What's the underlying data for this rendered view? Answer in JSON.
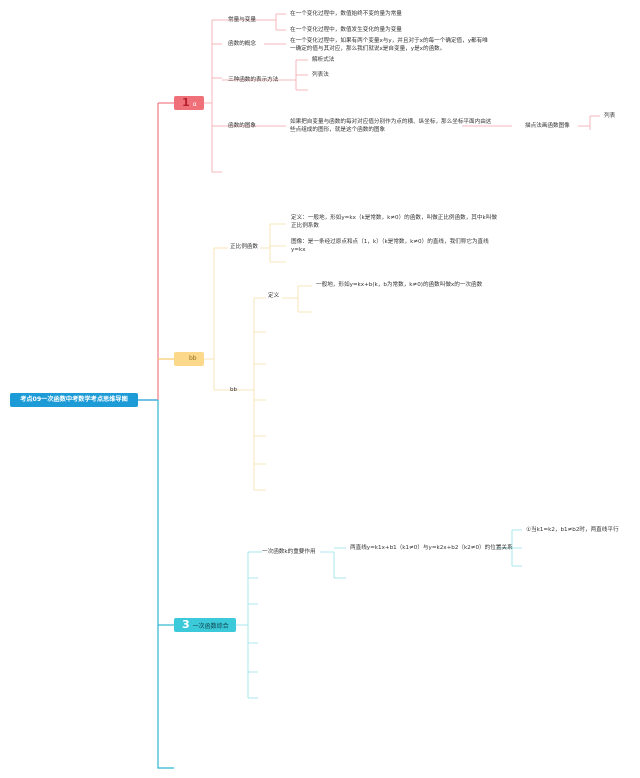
{
  "root": {
    "title": "考点09一次函数中考数学考点思维导图"
  },
  "branch1": {
    "number": "1",
    "label": "α",
    "nodes": {
      "constants_variables": {
        "label": "常量与变量",
        "items": [
          "在一个变化过程中，数值始终不变的量为常量",
          "在一个变化过程中，数值发生变化的量为变量"
        ]
      },
      "function_concept": {
        "label": "函数的概念",
        "text": "在一个变化过程中，如果有两个变量x与y，并且对于x的每一个确定值，y都有唯一确定的值与其对应，那么我们就说x是自变量，y是x的函数。"
      },
      "representation": {
        "label": "三种函数的表示方法",
        "items": [
          "解析式法",
          "列表法",
          ""
        ]
      },
      "function_graph": {
        "label": "函数的图象",
        "text": "如果把自变量与函数的每对对应值分别作为点的横、纵坐标，那么坐标平面内由这些点组成的图形，就是这个函数的图象",
        "method": "描点法画函数图像",
        "sub": "列表"
      }
    }
  },
  "branch2": {
    "number": "",
    "label": "bb",
    "nodes": {
      "direct_proportion": {
        "label": "正比例函数",
        "definition": "定义：一般地，形如y=kx（k是常数，k≠0）的函数，叫做正比例函数，其中k叫做正比例系数",
        "graph": "图像：是一条经过原点和点（1，k）（k是常数，k≠0）的直线，我们称它为直线y=kx"
      },
      "bb": {
        "label": "bb",
        "definition_label": "定义",
        "definition_text": "一般地，形如y=kx+b(k，b为常数，k≠0)的函数叫做x的一次函数"
      }
    }
  },
  "branch3": {
    "number": "3",
    "label": "一次函数综合",
    "nodes": {
      "role": {
        "label": "一次函数k的重要作用",
        "relation": "两直线y=k1x+b1（k1≠0）与y=k2x+b2（k2≠0）的位置关系",
        "parallel": "①当k1=k2，b1≠b2时，两直线平行"
      }
    }
  },
  "colors": {
    "root": "#1c9bd7",
    "branch1": "#f0707a",
    "branch1_line": "#f4a3a8",
    "branch2": "#fcd98a",
    "branch2_line": "#f8dfa6",
    "branch3": "#3cc9d9",
    "branch3_line": "#94e2ea"
  }
}
